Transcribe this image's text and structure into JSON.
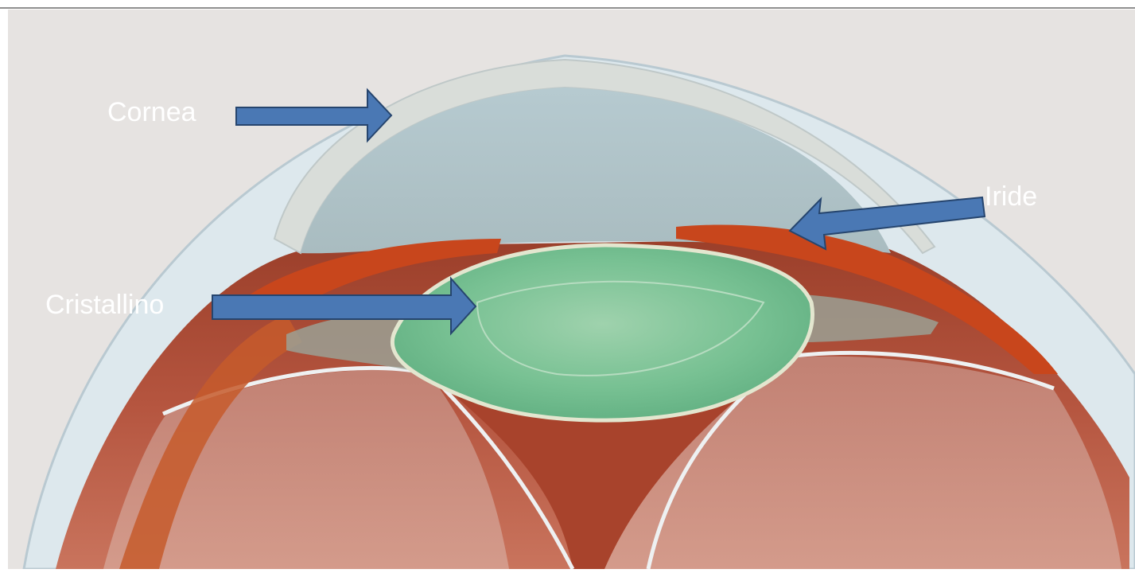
{
  "labels": {
    "cornea": "Cornea",
    "iride": "Iride",
    "cristallino": "Cristallino"
  },
  "colors": {
    "background": "#e6e3e1",
    "arrow_fill": "#4a78b4",
    "arrow_stroke": "#26456e",
    "label_text": "#ffffff",
    "cornea": "#c2cfd2",
    "lens": "#7cc497",
    "iris": "#c8461c",
    "muscle": "#b85a3c",
    "sclera": "#dfe9ee"
  }
}
